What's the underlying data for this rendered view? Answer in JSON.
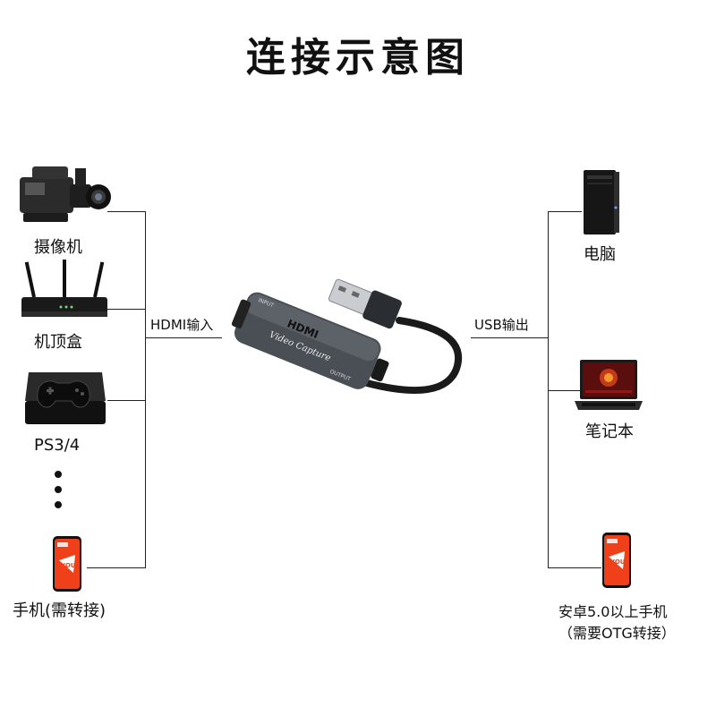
{
  "title": "连接示意图",
  "left_devices": [
    {
      "label": "摄像机",
      "icon": "camcorder-icon"
    },
    {
      "label": "机顶盒",
      "icon": "router-icon"
    },
    {
      "label": "PS3/4",
      "icon": "game-console-icon"
    },
    {
      "label": "手机(需转接)",
      "icon": "phone-icon"
    }
  ],
  "right_devices": [
    {
      "label": "电脑",
      "icon": "pc-tower-icon"
    },
    {
      "label": "笔记本",
      "icon": "laptop-icon"
    },
    {
      "label": "安卓5.0以上手机",
      "label2": "（需要OTG转接）",
      "icon": "phone-icon"
    }
  ],
  "input_label": "HDMI输入",
  "output_label": "USB输出",
  "device": {
    "brand": "HDMI",
    "model": "Video Capture",
    "port_in": "INPUT",
    "port_out": "OUTPUT"
  },
  "phone_screen_text": "YOU",
  "phone_logo_text": "YOUR LOGO",
  "colors": {
    "line": "#222222",
    "phone": "#f0401a",
    "device_body": "#4a4f55"
  }
}
